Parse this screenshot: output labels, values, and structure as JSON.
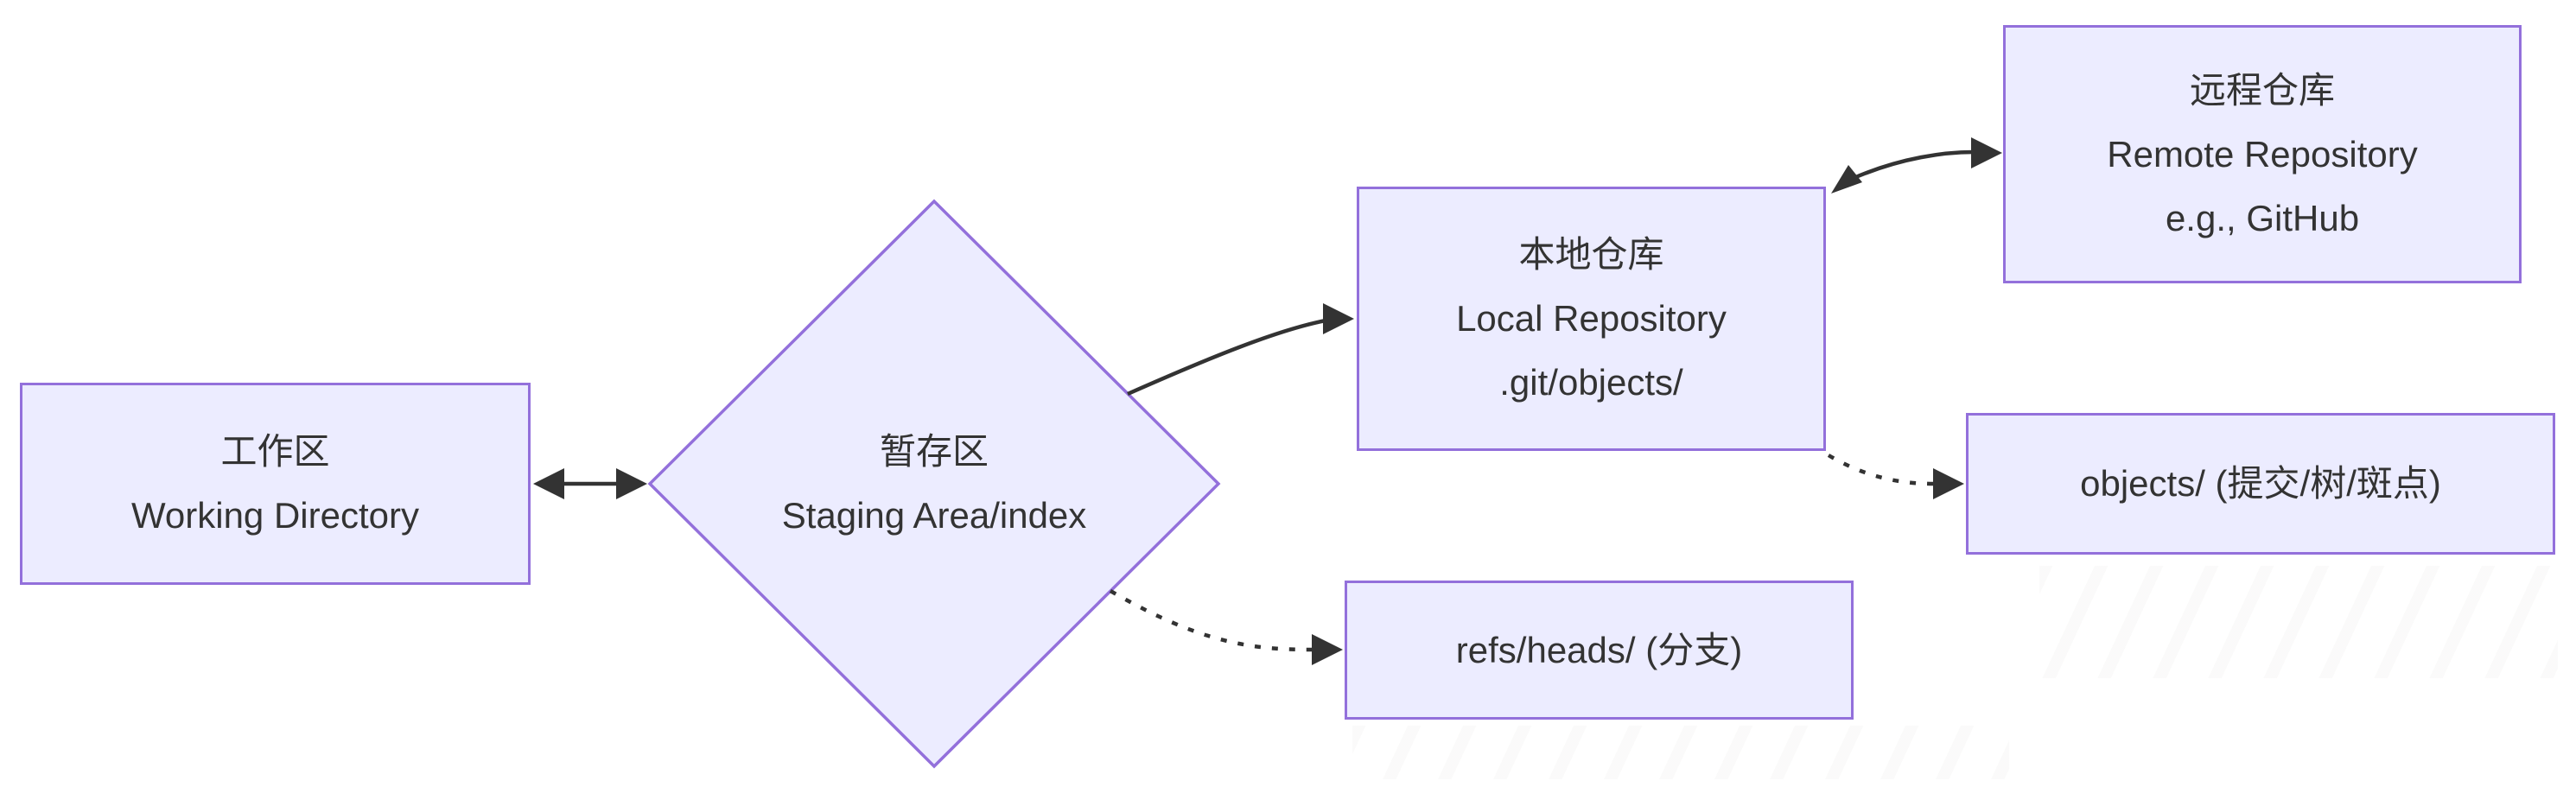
{
  "diagram_type": "git-areas-flowchart",
  "colors": {
    "node_fill": "#ECECFF",
    "node_border": "#9370DB",
    "text": "#333333",
    "arrow": "#333333",
    "background": "#ffffff"
  },
  "nodes": {
    "working": {
      "lines": [
        "工作区",
        "Working Directory"
      ]
    },
    "staging": {
      "lines": [
        "暂存区",
        "Staging Area/index"
      ]
    },
    "local": {
      "lines": [
        "本地仓库",
        "Local Repository",
        ".git/objects/"
      ]
    },
    "remote": {
      "lines": [
        "远程仓库",
        "Remote Repository",
        "e.g., GitHub"
      ]
    },
    "objects": {
      "label": "objects/ (提交/树/斑点)"
    },
    "refs": {
      "label": "refs/heads/ (分支)"
    }
  },
  "edges": [
    {
      "from": "working",
      "to": "staging",
      "style": "solid",
      "direction": "bidirectional"
    },
    {
      "from": "staging",
      "to": "local",
      "style": "solid",
      "direction": "forward"
    },
    {
      "from": "local",
      "to": "remote",
      "style": "solid",
      "direction": "bidirectional"
    },
    {
      "from": "local",
      "to": "objects",
      "style": "dotted",
      "direction": "forward"
    },
    {
      "from": "staging",
      "to": "refs",
      "style": "dotted",
      "direction": "forward"
    }
  ]
}
